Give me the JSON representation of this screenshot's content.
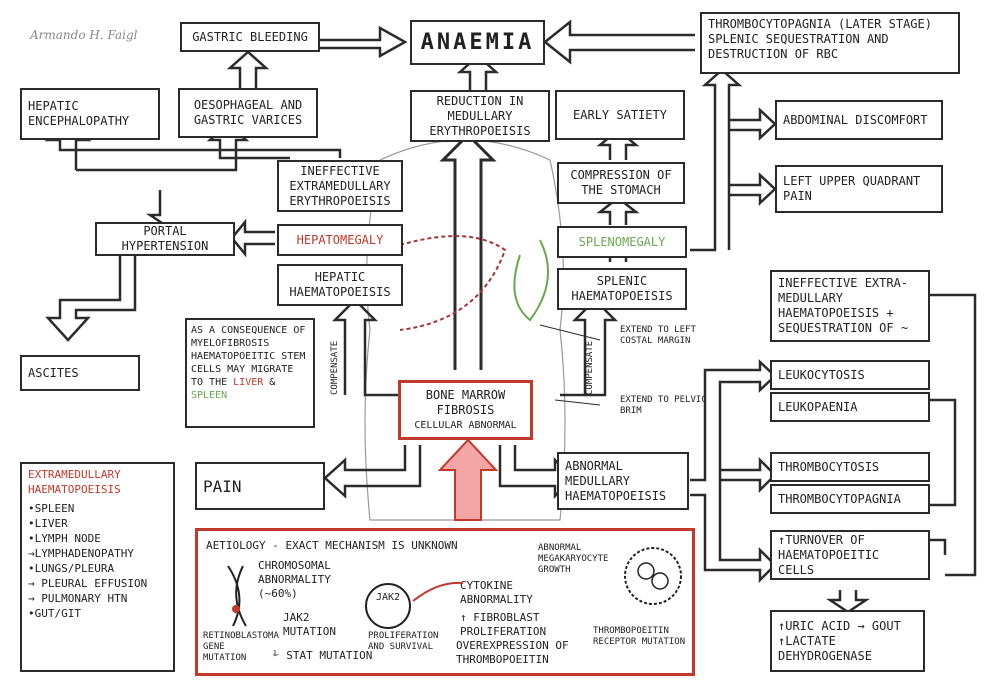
{
  "author": "Armando H. Faigl",
  "title": "ANAEMIA",
  "boxes": {
    "gastric_bleeding": "GASTRIC BLEEDING",
    "thrombo_stage": "THROMBOCYTOPAGNIA (LATER STAGE)",
    "splenic_seq": "SPLENIC SEQUESTRATION AND DESTRUCTION OF RBC",
    "hepatic_enceph": "HEPATIC ENCEPHALOPATHY",
    "varices": "OESOPHAGEAL AND GASTRIC VARICES",
    "reduction": "REDUCTION IN MEDULLARY ERYTHROPOEISIS",
    "early_satiety": "EARLY SATIETY",
    "abdominal": "ABDOMINAL DISCOMFORT",
    "ineffective_ery": "INEFFECTIVE EXTRAMEDULLARY ERYTHROPOEISIS",
    "compression": "COMPRESSION OF THE STOMACH",
    "luq_pain": "LEFT UPPER QUADRANT PAIN",
    "portal": "PORTAL HYPERTENSION",
    "hepatomegaly": "HEPATOMEGALY",
    "splenomegaly": "SPLENOMEGALY",
    "hepatic_haem": "HEPATIC HAEMATOPOEISIS",
    "splenic_haem": "SPLENIC HAEMATOPOEISIS",
    "ineffective_extra": "INEFFECTIVE EXTRA-MEDULLARY HAEMATOPOEISIS + SEQUESTRATION OF ~",
    "ascites": "ASCITES",
    "leukocytosis": "LEUKOCYTOSIS",
    "leukopaenia": "LEUKOPAENIA",
    "pain": "PAIN",
    "abnormal_med": "ABNORMAL MEDULLARY HAEMATOPOEISIS",
    "thrombocytosis": "THROMBOCYTOSIS",
    "thrombocytopagnia": "THROMBOCYTOPAGNIA",
    "turnover": "↑TURNOVER OF HAEMATOPOEITIC CELLS",
    "uric": "↑URIC ACID → GOUT",
    "lactate": "↑LACTATE DEHYDROGENASE"
  },
  "center": {
    "line1": "BONE MARROW",
    "line2": "FIBROSIS",
    "line3": "CELLULAR ABNORMAL"
  },
  "notes": {
    "consequence_pre": "AS A CONSEQUENCE OF MYELOFIBROSIS HAEMATOPOEITIC STEM CELLS MAY MIGRATE TO THE",
    "liver": "LIVER",
    "amp": "&",
    "spleen": "SPLEEN",
    "compensate_left": "COMPENSATE",
    "compensate_right": "COMPENSATE",
    "extend_costal": "EXTEND TO LEFT COSTAL MARGIN",
    "extend_pelvic": "EXTEND TO PELVIC BRIM"
  },
  "extramed": {
    "title": "EXTRAMEDULLARY HAEMATOPOEISIS",
    "items": [
      "•SPLEEN",
      "•LIVER",
      "•LYMPH NODE",
      "→LYMPHADENOPATHY",
      "•LUNGS/PLEURA",
      "→ PLEURAL EFFUSION",
      "→ PULMONARY HTN",
      "•GUT/GIT"
    ]
  },
  "aetiology": {
    "title": "AETIOLOGY - EXACT MECHANISM IS UNKNOWN",
    "chromosomal": "CHROMOSOMAL ABNORMALITY (~60%)",
    "retinoblastoma": "RETINOBLASTOMA GENE MUTATION",
    "jak2_mut": "JAK2 MUTATION",
    "stat": "⅟ STAT MUTATION",
    "jak2": "JAK2",
    "prolif": "PROLIFERATION AND SURVIVAL",
    "cytokine": "CYTOKINE ABNORMALITY",
    "fibroblast": "↑ FIBROBLAST PROLIFERATION",
    "overexp": "OVEREXPRESSION OF THROMBOPOEITIN",
    "mega": "ABNORMAL MEGAKARYOCYTE GROWTH",
    "thrombo_rec": "THROMBOPOEITIN RECEPTOR MUTATION"
  },
  "colors": {
    "red": "#c0392b",
    "green": "#6aa84f",
    "ink": "#2b2b2b"
  }
}
